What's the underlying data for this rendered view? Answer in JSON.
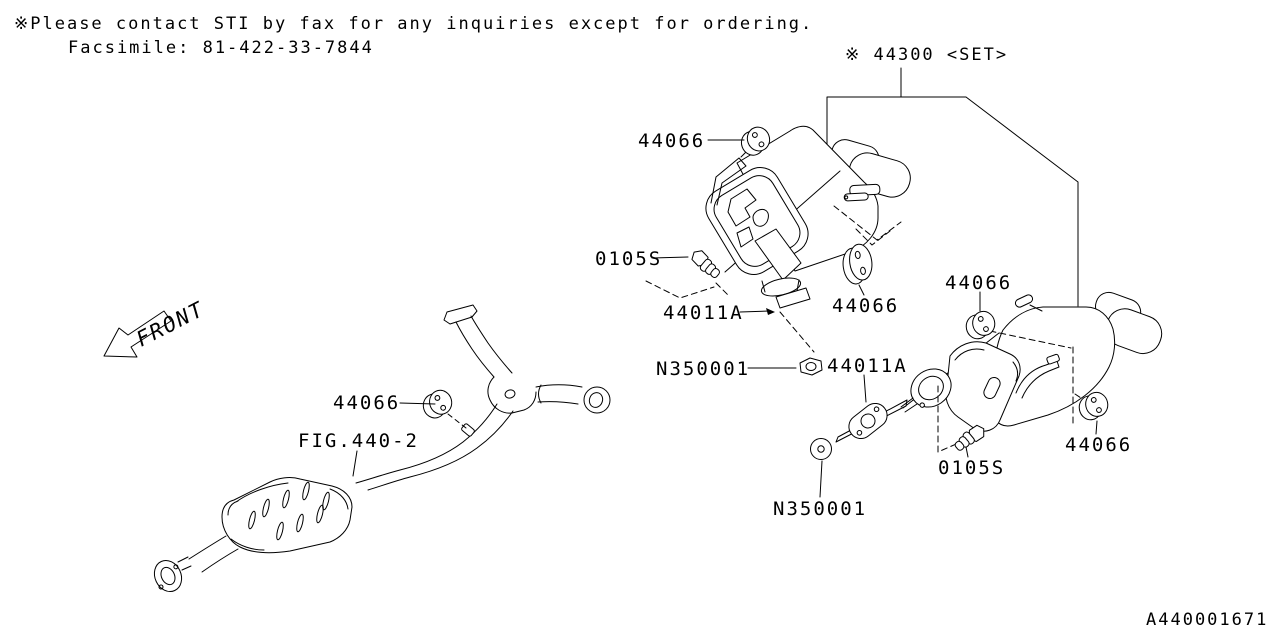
{
  "note": {
    "marker": "※",
    "line1": "Please contact STI by fax for any inquiries except for ordering.",
    "line2": "Facsimile: 81-422-33-7844"
  },
  "set_label": {
    "marker": "※",
    "text": " 44300 <SET>"
  },
  "front_arrow": {
    "label": "FRONT"
  },
  "fig_ref": {
    "label": "FIG.440-2"
  },
  "labels": {
    "upper_hanger_left": "44066",
    "upper_bolt": "0105S",
    "upper_gasket": "44011A",
    "upper_hanger_right": "44066",
    "upper_nut": "N350001",
    "lower_gasket": "44011A",
    "front_pipe_hanger": "44066",
    "lower_nut": "N350001",
    "lower_bolt": "0105S",
    "lower_hanger_left": "44066",
    "lower_hanger_right": "44066"
  },
  "doc_number": "A440001671",
  "colors": {
    "line": "#000000",
    "background": "#ffffff"
  }
}
